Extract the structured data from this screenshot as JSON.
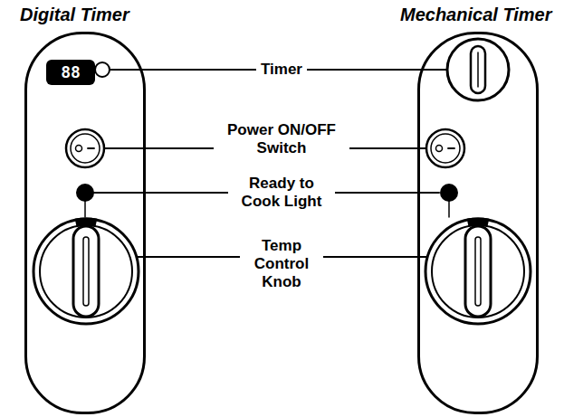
{
  "diagram": {
    "nodes": [
      {
        "text": [
          "Digital Timer"
        ]
      },
      {
        "text": [
          "88"
        ],
        "in": 0
      },
      {
        "text": [
          "Mechanical Timer"
        ]
      }
    ],
    "labels": [
      "Timer",
      "Power ON/OFF Switch",
      "Ready to Cook Light",
      "Temp Control Knob"
    ]
  }
}
